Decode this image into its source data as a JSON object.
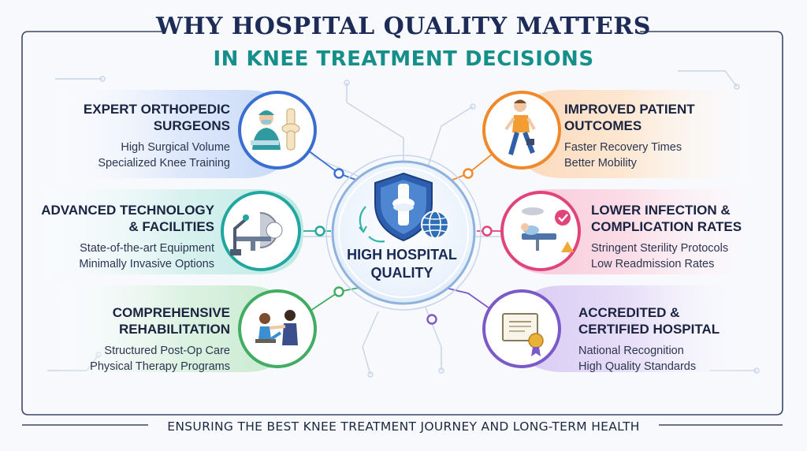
{
  "title": {
    "line1": "WHY HOSPITAL QUALITY MATTERS",
    "line2": "IN KNEE TREATMENT DECISIONS"
  },
  "center": {
    "line1": "HIGH HOSPITAL",
    "line2": "QUALITY",
    "icons": [
      "knee-shield-icon",
      "globe-icon",
      "cycle-arrows-icon"
    ]
  },
  "cards": [
    {
      "id": "expert-surgeons",
      "side": "left",
      "heading1": "EXPERT ORTHOPEDIC",
      "heading2": "SURGEONS",
      "sub1": "High Surgical Volume",
      "sub2": "Specialized Knee Training",
      "color": "#3a6fd1",
      "icon": "surgeon-knee-icon"
    },
    {
      "id": "advanced-technology",
      "side": "left",
      "heading1": "ADVANCED TECHNOLOGY",
      "heading2": "& FACILITIES",
      "sub1": "State-of-the-art Equipment",
      "sub2": "Minimally Invasive Options",
      "color": "#21a7a0",
      "icon": "robotic-scanner-icon"
    },
    {
      "id": "comprehensive-rehab",
      "side": "left",
      "heading1": "COMPREHENSIVE",
      "heading2": "REHABILITATION",
      "sub1": "Structured Post-Op Care",
      "sub2": "Physical Therapy Programs",
      "color": "#41ad62",
      "icon": "physical-therapy-icon"
    },
    {
      "id": "improved-outcomes",
      "side": "right",
      "heading1": "IMPROVED PATIENT",
      "heading2": "OUTCOMES",
      "sub1": "Faster Recovery Times",
      "sub2": "Better Mobility",
      "color": "#f0892b",
      "icon": "walking-patient-icon"
    },
    {
      "id": "lower-infection",
      "side": "right",
      "heading1": "LOWER INFECTION &",
      "heading2": "COMPLICATION RATES",
      "sub1": "Stringent Sterility Protocols",
      "sub2": "Low Readmission Rates",
      "color": "#e1447a",
      "icon": "sterile-bed-icon"
    },
    {
      "id": "accredited-hospital",
      "side": "right",
      "heading1": "ACCREDITED &",
      "heading2": "CERTIFIED HOSPITAL",
      "sub1": "National Recognition",
      "sub2": "High Quality Standards",
      "color": "#7c59c9",
      "icon": "certificate-icon"
    }
  ],
  "footer": "ENSURING THE BEST KNEE TREATMENT JOURNEY AND LONG-TERM HEALTH",
  "colors": {
    "navy": "#1c2c57",
    "teal": "#168f8b",
    "frame": "#3d4766"
  }
}
